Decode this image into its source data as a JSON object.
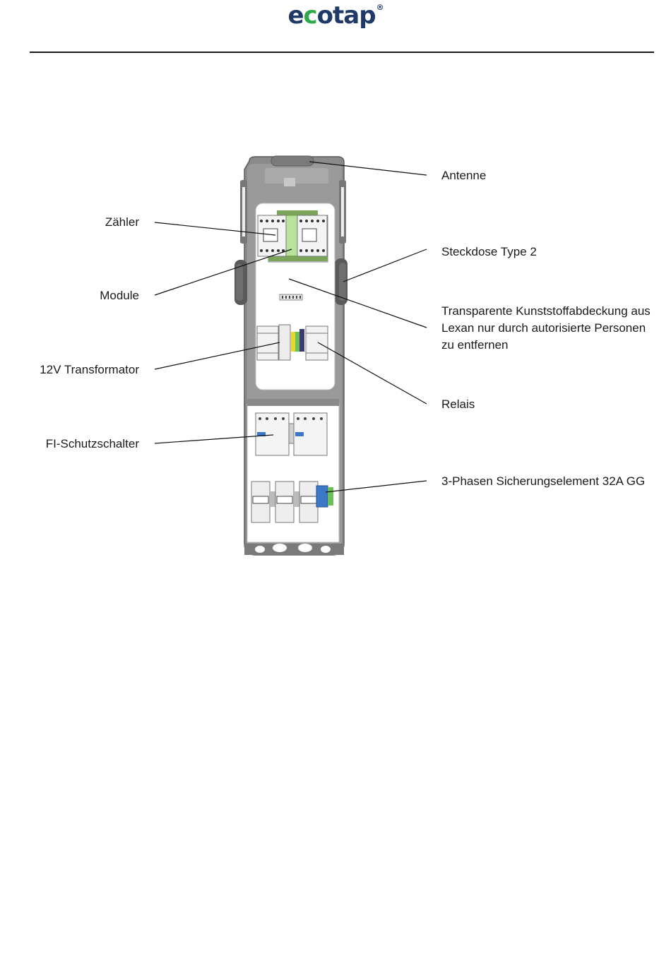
{
  "header": {
    "logo_e": "e",
    "logo_c": "c",
    "logo_rest": "otap",
    "logo_reg": "®"
  },
  "labels": {
    "antenne": "Antenne",
    "zaehler": "Zähler",
    "steckdose": "Steckdose Type 2",
    "module": "Module",
    "abdeckung_line1": "Transparente Kunststoffabdeckung aus",
    "abdeckung_line2": "Lexan nur durch autorisierte Personen",
    "abdeckung_line3": "zu entfernen",
    "transformator": "12V Transformator",
    "relais": "Relais",
    "fi_schalter": "FI-Schutzschalter",
    "sicherung": "3-Phasen Sicherungselement 32A GG"
  },
  "colors": {
    "logo_blue": "#1f3a68",
    "logo_green": "#2ea84a",
    "housing": "#8a8a8a",
    "housing_dark": "#6e6e6e",
    "module_green": "#b9e39b",
    "terminal_blue": "#3b78c8"
  }
}
